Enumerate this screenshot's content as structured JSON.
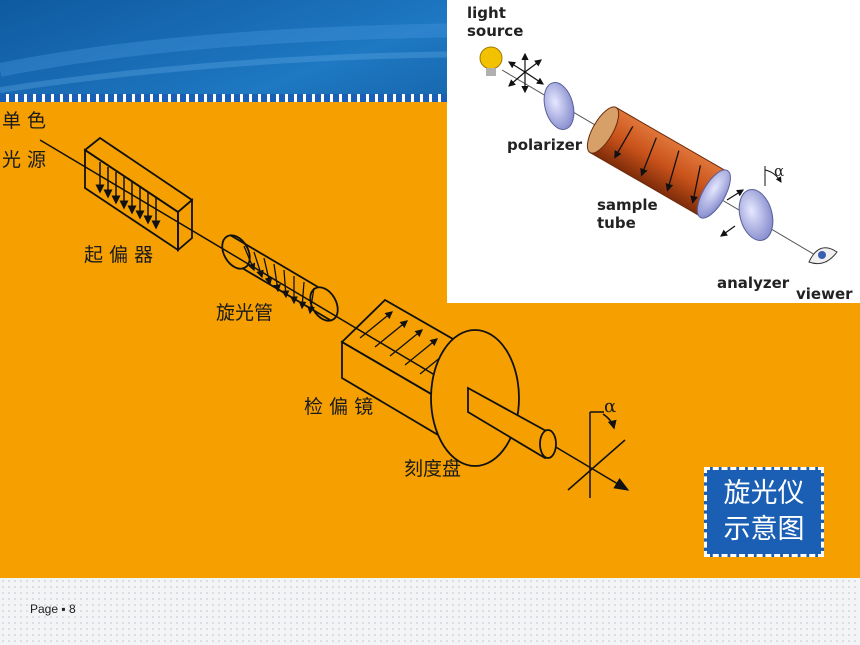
{
  "main_diagram": {
    "source_label": [
      "单 色",
      "光 源"
    ],
    "polarizer_label": "起 偏 器",
    "tube_label": "旋光管",
    "analyzer_label": "检 偏 镜",
    "dial_label": "刻度盘",
    "angle_symbol": "α"
  },
  "caption": {
    "line1": "旋光仪",
    "line2": "示意图"
  },
  "inset": {
    "light_source_label": [
      "light",
      "source"
    ],
    "polarizer_label": "polarizer",
    "sample_tube_label": [
      "sample",
      "tube"
    ],
    "analyzer_label": "analyzer",
    "viewer_label": "viewer",
    "angle_symbol": "α"
  },
  "footer": {
    "page_text": "Page ▪ 8"
  },
  "colors": {
    "panel": "#f5a000",
    "banner": "#1a5fb4",
    "tube": "#c8521a"
  }
}
